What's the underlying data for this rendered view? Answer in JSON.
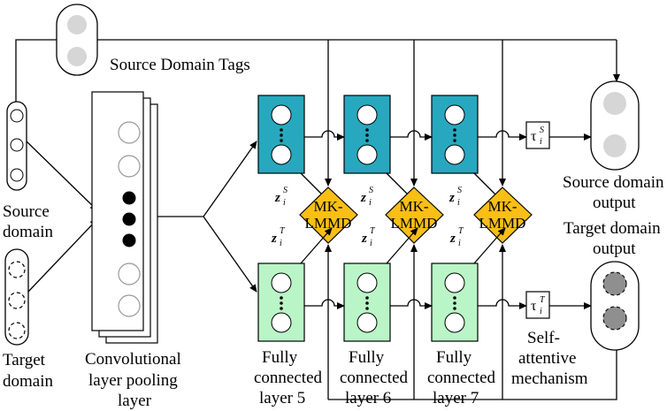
{
  "labels": {
    "source_tags": "Source Domain Tags",
    "source_domain_1": "Source",
    "source_domain_2": "domain",
    "target_domain_1": "Target",
    "target_domain_2": "domain",
    "conv_1": "Convolutional",
    "conv_2": "layer pooling",
    "conv_3": "layer",
    "fc5_1": "Fully",
    "fc5_2": "connected",
    "fc5_3": "layer 5",
    "fc6_1": "Fully",
    "fc6_2": "connected",
    "fc6_3": "layer 6",
    "fc7_1": "Fully",
    "fc7_2": "connected",
    "fc7_3": "layer 7",
    "attn_1": "Self-",
    "attn_2": "attentive",
    "attn_3": "mechanism",
    "src_out_1": "Source domain",
    "src_out_2": "output",
    "tgt_out_1": "Target domain",
    "tgt_out_2": "output"
  },
  "mmd": {
    "line1": "MK-",
    "line2": "LMMD"
  },
  "math": {
    "z": "z",
    "sub_i": "i",
    "sup_S": "S",
    "sup_T": "T",
    "tau": "τ"
  },
  "colors": {
    "source_fc": "#27a8be",
    "target_fc": "#b9f5c6",
    "mmd": "#f9bf16",
    "tag_circle": "#d6d6d6",
    "target_out_circle": "#8f8f8f"
  }
}
